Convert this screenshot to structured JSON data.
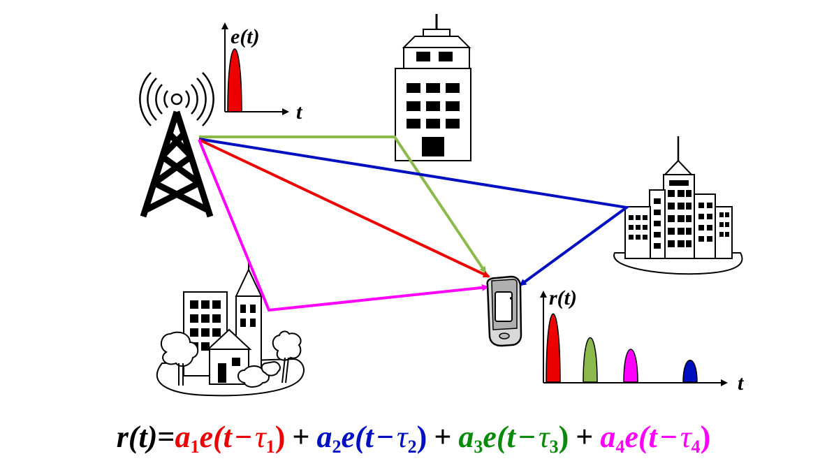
{
  "colors": {
    "red": "#ee0000",
    "blue": "#0010c0",
    "green": "#8cb94c",
    "magenta": "#ff00ff",
    "eq_green": "#0a8a0a"
  },
  "icons": [
    "cell-tower-icon",
    "building-icon",
    "office-tower-icon",
    "city-icon",
    "mobile-phone-icon"
  ],
  "transmit_plot": {
    "ylabel": "e(t)",
    "xlabel": "t"
  },
  "receive_plot": {
    "ylabel": "r(t)",
    "xlabel": "t",
    "pulses": [
      {
        "color": "red",
        "height": 1.0
      },
      {
        "color": "green",
        "height": 0.65
      },
      {
        "color": "magenta",
        "height": 0.48
      },
      {
        "color": "blue",
        "height": 0.32
      }
    ]
  },
  "equation": {
    "lhs": "r(t)",
    "equals": "=",
    "terms": [
      {
        "a": "a",
        "a_sub": "1",
        "e": "e(t",
        "minus": "−",
        "tau": "τ",
        "tau_sub": "1",
        "close": ")",
        "color": "#ee0000"
      },
      {
        "a": "a",
        "a_sub": "2",
        "e": "e(t",
        "minus": "−",
        "tau": "τ",
        "tau_sub": "2",
        "close": ")",
        "color": "#0010c0"
      },
      {
        "a": "a",
        "a_sub": "3",
        "e": "e(t",
        "minus": "−",
        "tau": "τ",
        "tau_sub": "3",
        "close": ")",
        "color": "#0a8a0a"
      },
      {
        "a": "a",
        "a_sub": "4",
        "e": "e(t",
        "minus": "−",
        "tau": "τ",
        "tau_sub": "4",
        "close": ")",
        "color": "#ff00ff"
      }
    ],
    "plus": "+"
  }
}
